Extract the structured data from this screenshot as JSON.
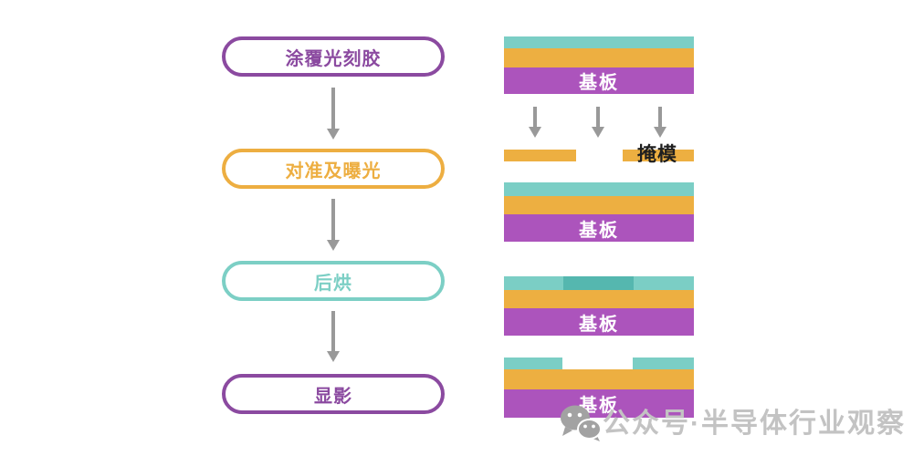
{
  "flowchart": {
    "steps": [
      {
        "label": "涂覆光刻胶",
        "color": "#8B4AA0"
      },
      {
        "label": "对准及曝光",
        "color": "#EDAE41"
      },
      {
        "label": "后烘",
        "color": "#7CCFC5"
      },
      {
        "label": "显影",
        "color": "#8B4AA0"
      }
    ]
  },
  "diagram": {
    "substrate_label": "基板",
    "mask_label": "掩模",
    "colors": {
      "photoresist_teal": "#7BCEC5",
      "exposed_resist_teal": "#55B7AF",
      "film_orange": "#EDAF41",
      "substrate_purple": "#AC54BC",
      "mask_orange": "#EDAF41",
      "arrow_gray": "#999999"
    }
  },
  "watermark": {
    "icon": "wechat-icon",
    "text": "公众号·半导体行业观察"
  }
}
